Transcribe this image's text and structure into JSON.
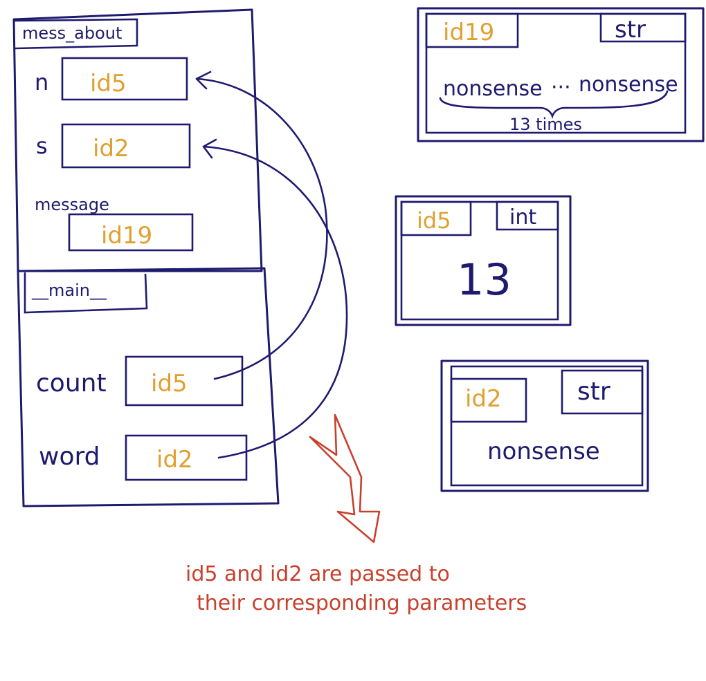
{
  "colors": {
    "ink": "#1e1a6e",
    "id": "#e0a030",
    "note": "#c8402c"
  },
  "frames": {
    "mess_about": {
      "title": "mess_about",
      "vars": [
        {
          "name": "n",
          "id": "id5"
        },
        {
          "name": "s",
          "id": "id2"
        },
        {
          "name": "message",
          "id": "id19"
        }
      ]
    },
    "main": {
      "title": "__main__",
      "vars": [
        {
          "name": "count",
          "id": "id5"
        },
        {
          "name": "word",
          "id": "id2"
        }
      ]
    }
  },
  "objects": {
    "str_long": {
      "id": "id19",
      "type": "str",
      "left": "nonsense",
      "dots": "···",
      "right": "nonsense",
      "brace_label": "13 times"
    },
    "int_13": {
      "id": "id5",
      "type": "int",
      "value": "13"
    },
    "str_short": {
      "id": "id2",
      "type": "str",
      "value": "nonsense"
    }
  },
  "note": {
    "line1": "id5 and id2 are passed to",
    "line2": "their corresponding parameters"
  }
}
